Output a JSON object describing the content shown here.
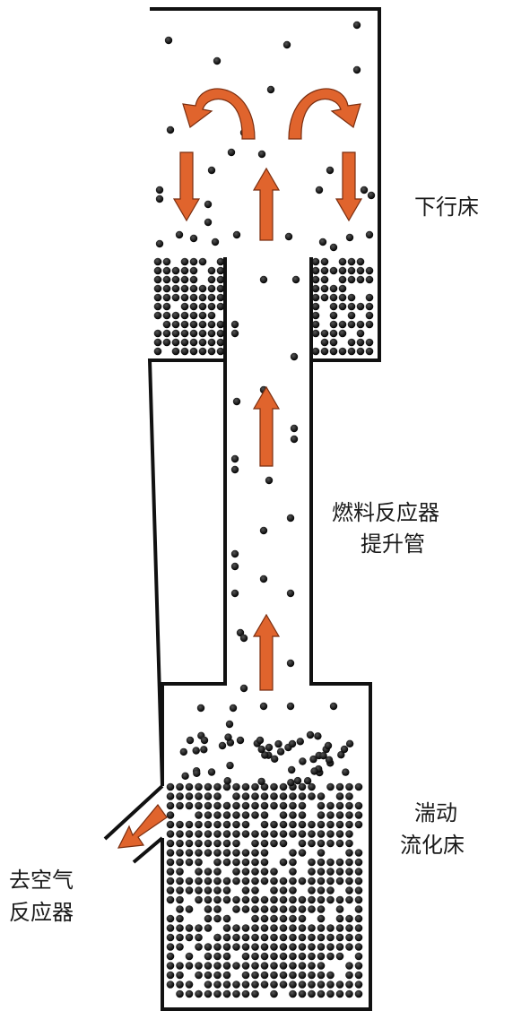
{
  "labels": {
    "downer_bed": "下行床",
    "riser_line1": "燃料反应器",
    "riser_line2": "提升管",
    "turbulent_line1": "湍动",
    "turbulent_line2": "流化床",
    "outlet_line1": "去空气",
    "outlet_line2": "反应器"
  },
  "colors": {
    "arrow": "#E0642D",
    "arrow_stroke": "#7A2E10",
    "wall": "#111111",
    "particle": "#111111",
    "background": "#FFFFFF"
  }
}
